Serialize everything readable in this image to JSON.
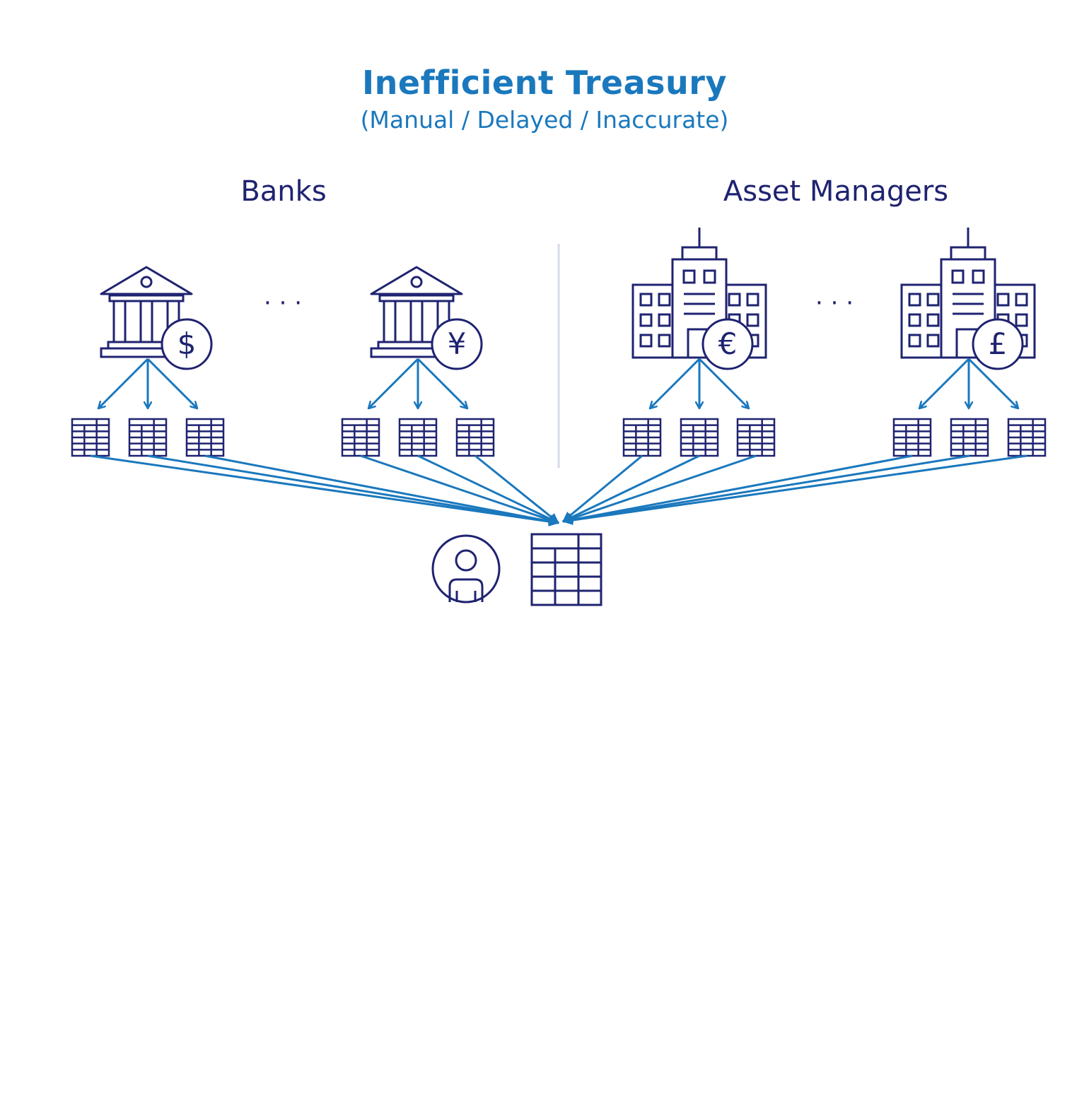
{
  "header": {
    "title": "Inefficient Treasury",
    "subtitle": "(Manual / Delayed / Inaccurate)"
  },
  "sections": {
    "banks_label": "Banks",
    "asset_managers_label": "Asset Managers"
  },
  "ellipsis": "· · ·",
  "sources": [
    {
      "kind": "bank",
      "currency_symbol": "$",
      "icon": "bank-icon"
    },
    {
      "kind": "bank",
      "currency_symbol": "¥",
      "icon": "bank-icon"
    },
    {
      "kind": "asset-manager",
      "currency_symbol": "€",
      "icon": "office-building-icon"
    },
    {
      "kind": "asset-manager",
      "currency_symbol": "£",
      "icon": "office-building-icon"
    }
  ],
  "colors": {
    "navy": "#1f2370",
    "blue": "#1a78bd",
    "divider": "#d5dbe9"
  }
}
